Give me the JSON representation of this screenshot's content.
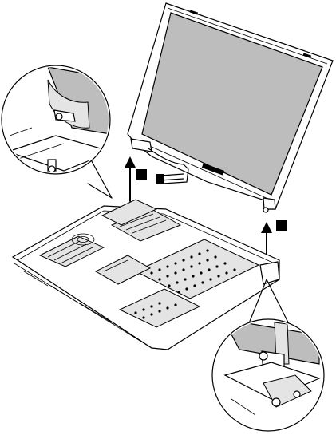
{
  "figure": {
    "kind": "technical-illustration",
    "subject": "laptop-lcd-removal",
    "colors": {
      "ink": "#000000",
      "screen": "#bdbdbd",
      "panel": "#e4e4e4",
      "background": "#ffffff"
    }
  },
  "callouts": [
    {
      "id": "left",
      "label": ""
    },
    {
      "id": "right",
      "label": ""
    }
  ],
  "arrows": [
    {
      "id": "left-lift",
      "icon": "up-arrow-icon"
    },
    {
      "id": "right-lift",
      "icon": "up-arrow-icon"
    }
  ]
}
